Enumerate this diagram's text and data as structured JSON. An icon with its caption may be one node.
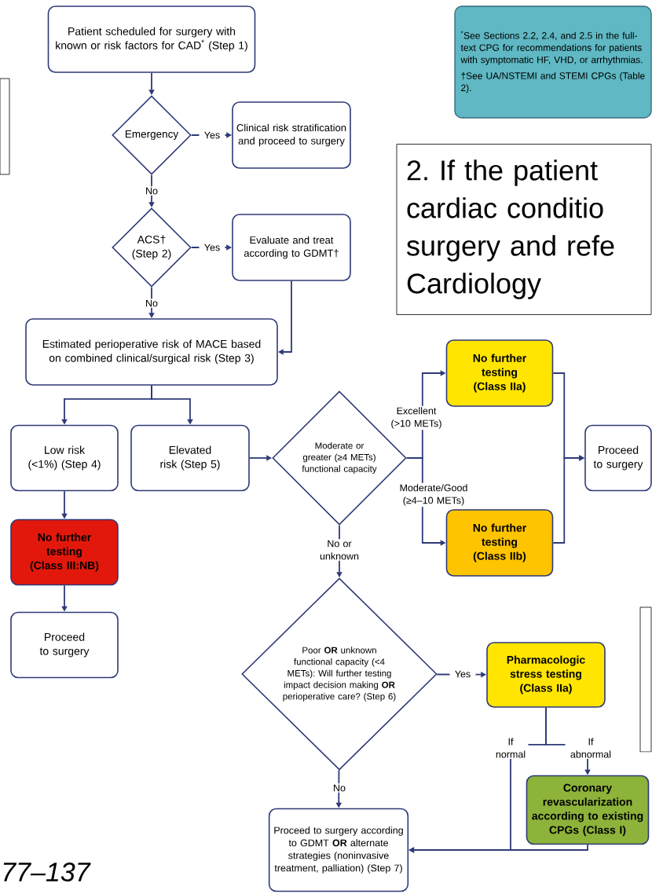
{
  "diagram": {
    "nodes": [
      {
        "text": [
          "Patient scheduled for surgery with known or risk factors for CAD$^{*}$ (Step 1)"
        ]
      },
      {
        "text": [
          "$^{*}$See Sections 2.2, 2.4, and 2.5 in the full-text CPG for recommendations for patients with symptomatic HF, VHD, or arrhythmias.",
          "†See UA/NSTEMI and STEMI CPGs (Table 2)."
        ]
      },
      {
        "text": [
          "Emergency"
        ]
      },
      {
        "text": [
          "Clinical risk stratification and proceed to surgery"
        ]
      },
      {
        "text": [
          "2. If the patient cardiac conditio surgery and refe Cardiology"
        ]
      },
      {
        "text": [
          "ACS† (Step 2)"
        ]
      },
      {
        "text": [
          "Evaluate and treat according to GDMT†"
        ]
      },
      {
        "text": [
          "Estimated perioperative risk of MACE based on combined clinical/surgical risk (Step 3)"
        ]
      },
      {
        "text": [
          "No further testing (Class IIa)"
        ]
      },
      {
        "text": [
          "Low risk (<1%) (Step 4)"
        ]
      },
      {
        "text": [
          "Elevated risk (Step 5)"
        ]
      },
      {
        "text": [
          "Moderate or greater (≥4 METs) functional capacity"
        ]
      },
      {
        "text": [
          "Proceed to surgery"
        ]
      },
      {
        "text": [
          "No further testing (Class IIb)"
        ]
      },
      {
        "text": [
          "No further testing (Class III:NB)"
        ]
      },
      {
        "text": [
          "Poor **OR** unknown functional capacity (<4 METs): Will further testing impact decision making **OR** perioperative care? (Step 6)"
        ]
      },
      {
        "text": [
          "Proceed to surgery"
        ]
      },
      {
        "text": [
          "Pharmacologic stress testing (Class IIa)"
        ]
      },
      {
        "text": [
          "Coronary revascularization according to existing CPGs (Class I)"
        ]
      },
      {
        "text": [
          "Proceed to surgery according to GDMT **OR** alternate strategies (noninvasive treatment, palliation) (Step 7)"
        ]
      },
      {
        "text": [],
        "shape": "box"
      },
      {
        "text": [],
        "shape": "box"
      }
    ],
    "edges": [
      {
        "from": 0,
        "to": 2,
        "arrow": "to"
      },
      {
        "from": 2,
        "to": 3,
        "arrow": "to",
        "label": "Yes"
      },
      {
        "from": 2,
        "to": 5,
        "arrow": "to",
        "label": "No"
      },
      {
        "from": 5,
        "to": 6,
        "arrow": "to",
        "label": "Yes"
      },
      {
        "from": 5,
        "to": 7,
        "arrow": "to",
        "label": "No"
      },
      {
        "from": 6,
        "to": 7,
        "arrow": "to"
      },
      {
        "from": 7,
        "to": 9,
        "arrow": "to"
      },
      {
        "from": 7,
        "to": 10,
        "arrow": "to"
      },
      {
        "from": 9,
        "to": 14,
        "arrow": "to"
      },
      {
        "from": 14,
        "to": 16,
        "arrow": "to"
      },
      {
        "from": 10,
        "to": 11,
        "arrow": "to"
      },
      {
        "from": 11,
        "to": 8,
        "arrow": "to",
        "label": "Excellent (>10 METs)"
      },
      {
        "from": 11,
        "to": 13,
        "arrow": "to",
        "label": "Moderate/Good (≥4–10 METs)"
      },
      {
        "from": 8,
        "to": 12,
        "arrow": "to"
      },
      {
        "from": 13,
        "to": 12,
        "arrow": "to"
      },
      {
        "from": 11,
        "to": 15,
        "arrow": "to",
        "label": "No or unknown"
      },
      {
        "from": 15,
        "to": 17,
        "arrow": "to",
        "label": "Yes"
      },
      {
        "from": 15,
        "to": 19,
        "arrow": "to",
        "label": "No"
      },
      {
        "from": 17,
        "to": 19,
        "arrow": "to",
        "label": "If normal"
      },
      {
        "from": 17,
        "to": 18,
        "arrow": "to",
        "label": "If abnormal"
      },
      {
        "from": 18,
        "to": 19,
        "arrow": "to"
      }
    ],
    "labels": [
      "77–137"
    ]
  }
}
